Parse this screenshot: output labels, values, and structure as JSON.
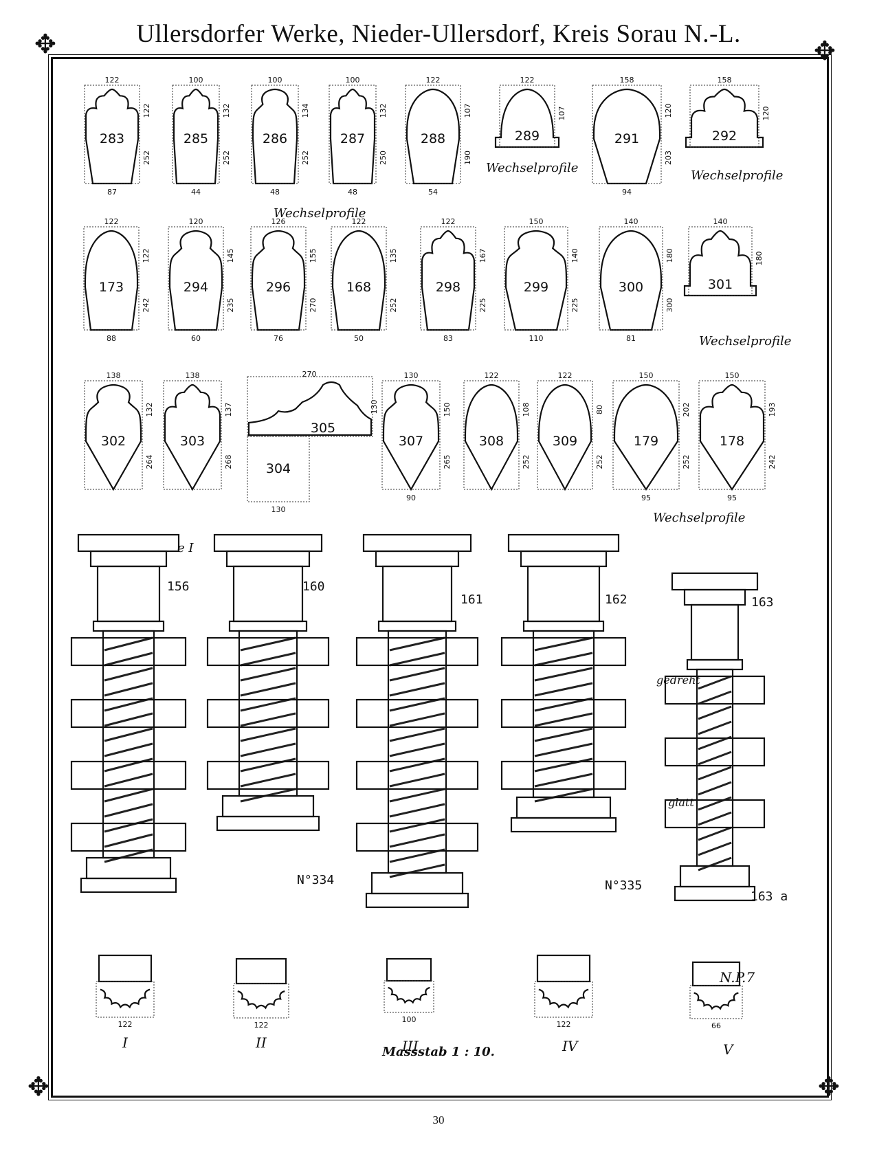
{
  "header": {
    "title": "Ullersdorfer Werke, Nieder-Ullersdorf, Kreis Sorau N.-L."
  },
  "ornament": "✥",
  "row1": [
    {
      "no": "283",
      "w": "122",
      "h": "122",
      "b": "252",
      "base": "87"
    },
    {
      "no": "285",
      "w": "100",
      "h": "132",
      "b": "252",
      "base": "44"
    },
    {
      "no": "286",
      "w": "100",
      "h": "134",
      "b": "252",
      "base": "48"
    },
    {
      "no": "287",
      "w": "100",
      "h": "132",
      "b": "250",
      "base": "48"
    },
    {
      "no": "288",
      "w": "122",
      "h": "107",
      "b": "190",
      "base": "54"
    },
    {
      "no": "289",
      "w": "122",
      "h": "107"
    },
    {
      "no": "291",
      "w": "158",
      "h": "120",
      "b": "203",
      "base": "94"
    },
    {
      "no": "292",
      "w": "158",
      "h": "120"
    }
  ],
  "row2": [
    {
      "no": "173",
      "w": "122",
      "h": "122",
      "b": "242",
      "base": "88"
    },
    {
      "no": "294",
      "w": "120",
      "h": "145",
      "b": "235",
      "base": "60"
    },
    {
      "no": "296",
      "w": "126",
      "h": "155",
      "b": "270",
      "base": "76"
    },
    {
      "no": "168",
      "w": "122",
      "h": "135",
      "b": "252",
      "base": "50"
    },
    {
      "no": "298",
      "w": "122",
      "h": "167",
      "b": "225",
      "base": "83"
    },
    {
      "no": "299",
      "w": "150",
      "h": "140",
      "b": "225",
      "base": "110"
    },
    {
      "no": "300",
      "w": "140",
      "h": "180",
      "b": "300",
      "base": "81"
    },
    {
      "no": "301",
      "w": "140",
      "h": "180"
    }
  ],
  "row3": [
    {
      "no": "302",
      "w": "138",
      "h": "132",
      "b": "264"
    },
    {
      "no": "303",
      "w": "138",
      "h": "137",
      "b": "268"
    },
    {
      "no": "305",
      "w": "270",
      "h": "130"
    },
    {
      "no": "304",
      "base": "130"
    },
    {
      "no": "307",
      "w": "130",
      "h": "150",
      "b": "265",
      "base": "90"
    },
    {
      "no": "308",
      "w": "122",
      "h": "108",
      "b": "252"
    },
    {
      "no": "309",
      "w": "122",
      "h": "80",
      "b": "252"
    },
    {
      "no": "179",
      "w": "150",
      "h": "202",
      "b": "252",
      "base": "95"
    },
    {
      "no": "178",
      "w": "150",
      "h": "193",
      "b": "242",
      "base": "95"
    }
  ],
  "notes": {
    "wechsel1": "Wechselprofile",
    "wechsel2": "Wechselprofile",
    "wechsel3": "Wechselprofile",
    "wechsel4": "Wechselprofile",
    "wechsel5": "Wechselprofile"
  },
  "columns": [
    {
      "no": "156",
      "tag": "e I",
      "plan": "I",
      "plan_dim": "122"
    },
    {
      "no": "160",
      "extra": "N°334",
      "plan": "II",
      "plan_dim": "122"
    },
    {
      "no": "161",
      "plan": "III",
      "plan_dim": "100"
    },
    {
      "no": "162",
      "extra": "N°335",
      "plan": "IV",
      "plan_dim": "122"
    },
    {
      "no": "163",
      "extra": "163 a",
      "plan": "V",
      "plan_dim": "66",
      "plan_tag": "N.P.7",
      "gedreht": "gedreht",
      "glatt": "glatt"
    }
  ],
  "footer": {
    "scale": "Massstab 1 : 10.",
    "page": "30"
  }
}
